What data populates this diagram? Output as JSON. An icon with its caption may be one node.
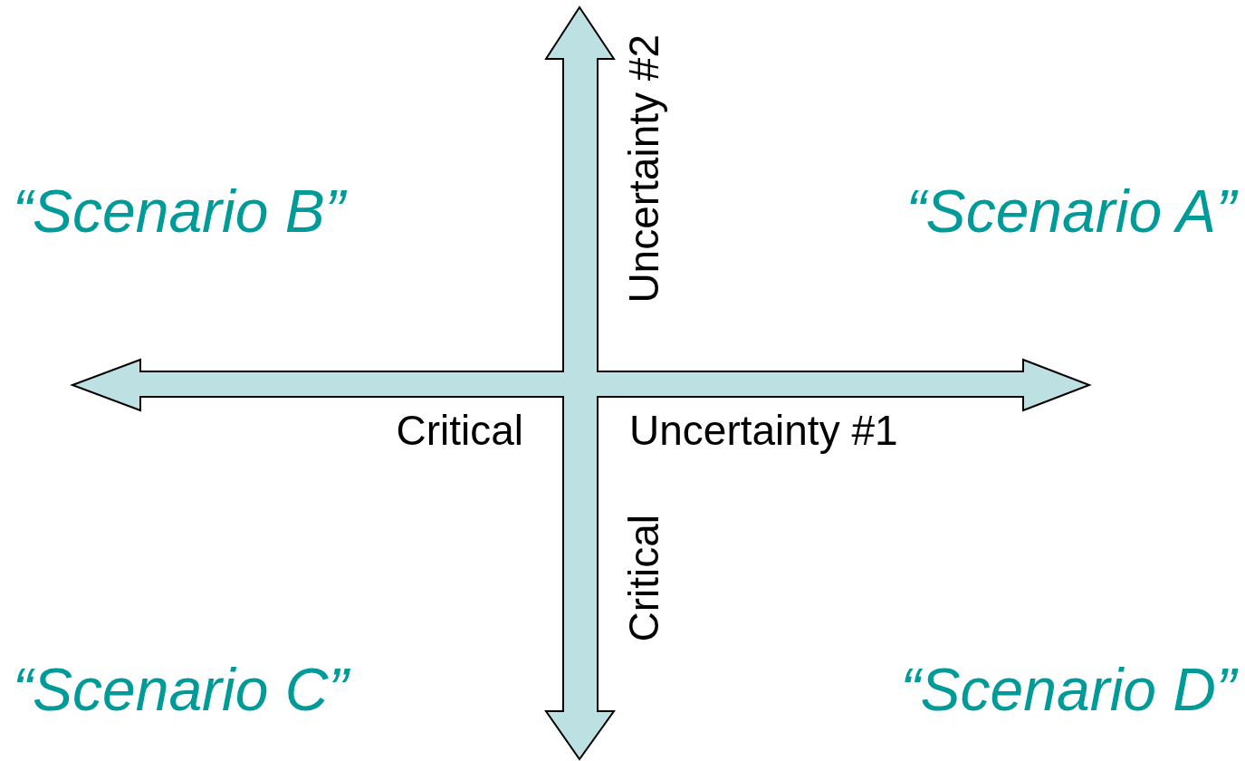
{
  "diagram": {
    "labels": [
      "Uncertainty #2",
      "“Scenario B”",
      "“Scenario A”",
      "Critical",
      "Uncertainty #1",
      "Critical",
      "“Scenario C”",
      "“Scenario D”"
    ]
  }
}
